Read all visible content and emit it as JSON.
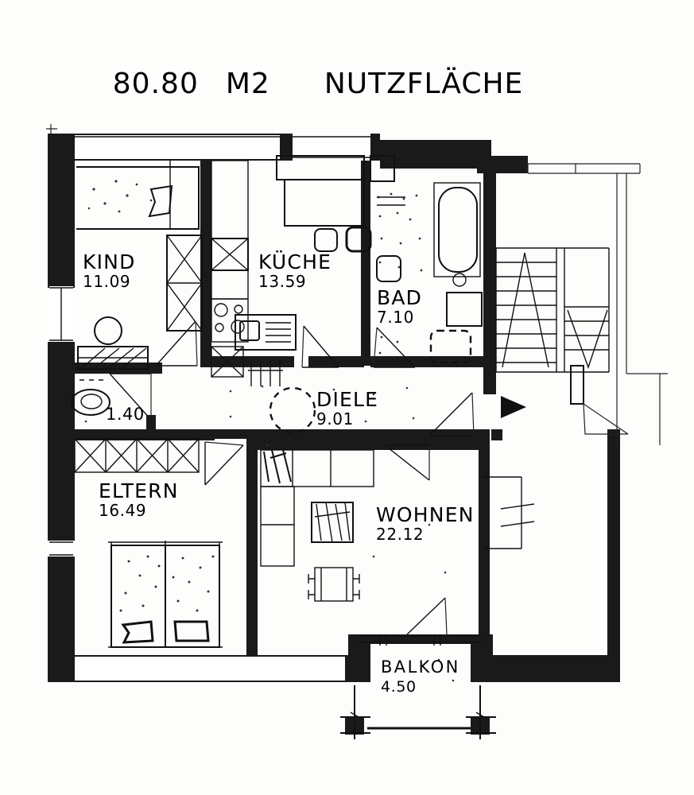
{
  "document": {
    "type": "architectural-floor-plan",
    "title": "80.80 M2   NUTZFLÄCHE",
    "title_area": "80.80",
    "title_unit": "M2",
    "title_word": "NUTZFLÄCHE",
    "language": "de",
    "ink_color": "#000000",
    "paper_color": "#fdfdfb"
  },
  "rooms": [
    {
      "key": "kind",
      "name": "KIND",
      "area": "11.09"
    },
    {
      "key": "kueche",
      "name": "KÜCHE",
      "area": "13.59"
    },
    {
      "key": "bad",
      "name": "BAD",
      "area": "7.10"
    },
    {
      "key": "diele",
      "name": "DIELE",
      "area": "9.01"
    },
    {
      "key": "wc",
      "name": "",
      "area": "1.40"
    },
    {
      "key": "eltern",
      "name": "ELTERN",
      "area": "16.49"
    },
    {
      "key": "wohnen",
      "name": "WOHNEN",
      "area": "22.12"
    },
    {
      "key": "balkon",
      "name": "BALKON",
      "area": "4.50"
    }
  ],
  "fixtures": [
    {
      "name": "single-bed",
      "room": "kind"
    },
    {
      "name": "round-table",
      "room": "kind"
    },
    {
      "name": "desk",
      "room": "kind"
    },
    {
      "name": "wardrobe-closet",
      "room": "kind"
    },
    {
      "name": "stove-four-burner",
      "room": "kueche"
    },
    {
      "name": "kitchen-counter",
      "room": "kueche"
    },
    {
      "name": "kitchen-sink",
      "room": "kueche"
    },
    {
      "name": "refrigerator",
      "room": "kueche"
    },
    {
      "name": "bathtub",
      "room": "bad"
    },
    {
      "name": "wash-basin",
      "room": "bad"
    },
    {
      "name": "toilet",
      "room": "bad"
    },
    {
      "name": "toilet",
      "room": "wc"
    },
    {
      "name": "double-bed",
      "room": "eltern"
    },
    {
      "name": "wardrobe-closet",
      "room": "eltern"
    },
    {
      "name": "sofa",
      "room": "wohnen"
    },
    {
      "name": "armchair",
      "room": "wohnen"
    },
    {
      "name": "dining-table",
      "room": "wohnen"
    },
    {
      "name": "staircase",
      "room": "treppenhaus"
    },
    {
      "name": "entrance-arrow",
      "room": "diele"
    },
    {
      "name": "balcony-railing",
      "room": "balkon"
    }
  ]
}
